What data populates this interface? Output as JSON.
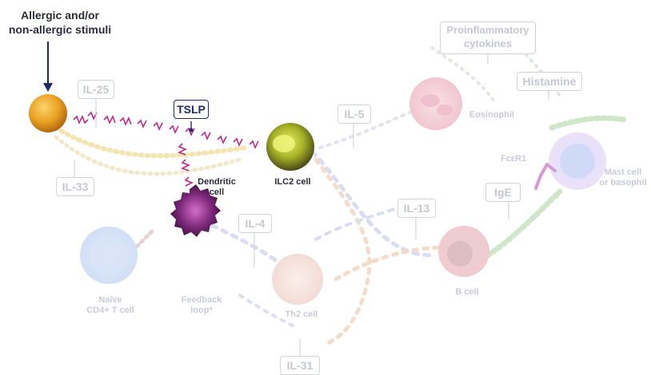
{
  "stimuli_label": "Allergic and/or\nnon-allergic stimuli",
  "mediators": {
    "tslp": "TSLP",
    "il25": "IL-25",
    "il33": "IL-33",
    "il5": "IL-5",
    "il4": "IL-4",
    "il13": "IL-13",
    "il31": "IL-31",
    "ige": "IgE",
    "histamine": "Histamine",
    "proinflammatory": "Proinflammatory\ncytokines"
  },
  "cells": {
    "dendritic": "Dendritic\ncell",
    "ilc2": "ILC2 cell",
    "eosinophil": "Eosinophil",
    "fcer1": "FcεR1",
    "mast": "Mast cell\nor basophil",
    "naive_t": "Naive\nCD4+ T cell",
    "feedback": "Feedback\nloop*",
    "th2": "Th2 cell",
    "b_cell": "B cell"
  },
  "colors": {
    "stimulus_arrow": "#1f2a6b",
    "tslp_signal": "#c2298a",
    "faded_label": "#c4c8d2",
    "dark_label": "#2b2d3a",
    "epithelial_cell": "#e8a020",
    "ilc2_cell": "#9aa51e",
    "dendritic_cell": "#6a1f6e"
  }
}
